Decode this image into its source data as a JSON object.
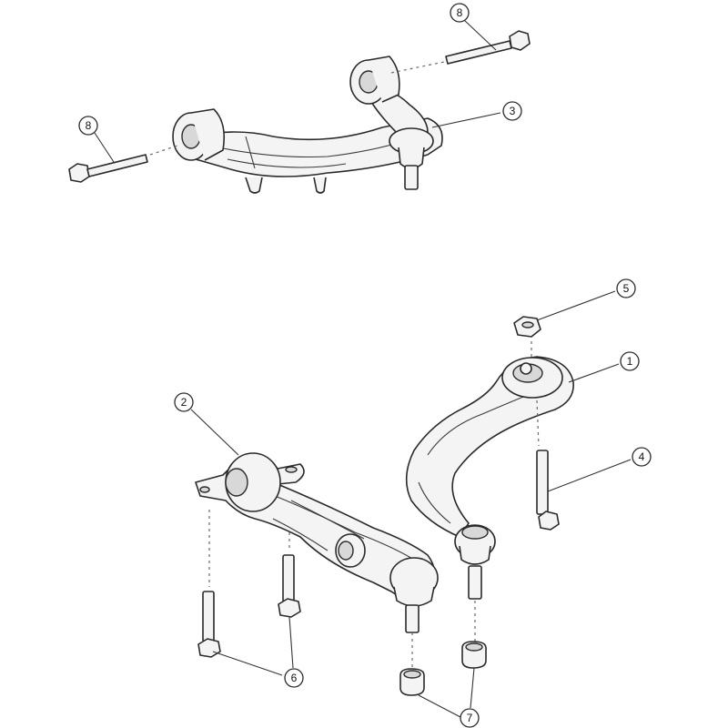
{
  "callouts": {
    "c1": "1",
    "c2": "2",
    "c3": "3",
    "c4": "4",
    "c5": "5",
    "c6": "6",
    "c7": "7",
    "c8a": "8",
    "c8b": "8"
  },
  "colors": {
    "line": "#2a2a2a",
    "fill": "#f4f4f4",
    "shade": "#d8d8d8"
  }
}
